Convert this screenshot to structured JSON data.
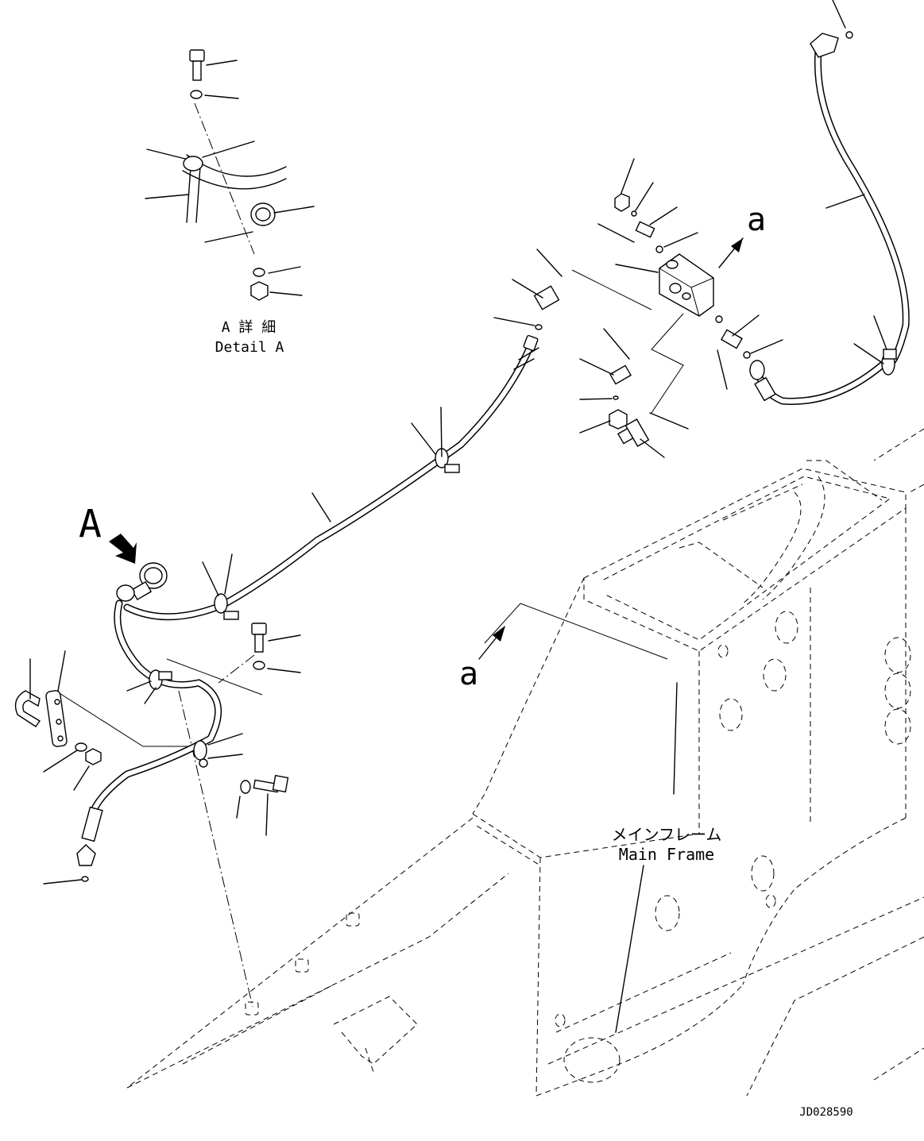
{
  "detail_a": {
    "title_jp": "A 詳 細",
    "title_en": "Detail A"
  },
  "callouts": {
    "view_a": "A",
    "arrow_a_upper": "a",
    "arrow_a_lower": "a"
  },
  "main_frame": {
    "label_jp": "メインフレーム",
    "label_en": "Main Frame"
  },
  "drawing_id": "JD028590"
}
